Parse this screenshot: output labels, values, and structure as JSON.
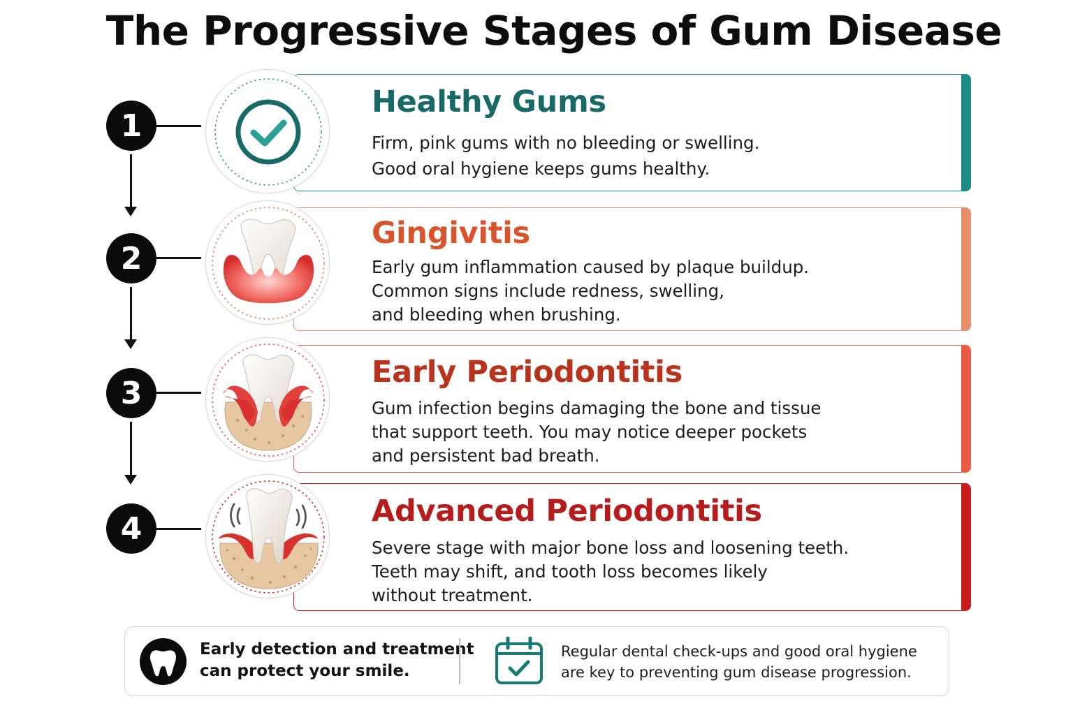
{
  "title": "The Progressive Stages of Gum Disease",
  "stages": [
    {
      "number": "1",
      "heading": "Healthy Gums",
      "lines": [
        "Firm, pink gums with no bleeding or swelling.",
        "Good oral hygiene keeps gums healthy."
      ],
      "accent": "#1e8c86",
      "heading_color": "#176a68",
      "icon": "checkmark-icon"
    },
    {
      "number": "2",
      "heading": "Gingivitis",
      "lines": [
        "Early gum inflammation caused by plaque buildup.",
        "Common signs include redness, swelling,",
        "and bleeding when brushing."
      ],
      "accent": "#e8906c",
      "heading_color": "#d9542b",
      "icon": "inflamed-gum-tooth-icon"
    },
    {
      "number": "3",
      "heading": "Early Periodontitis",
      "lines": [
        "Gum infection begins damaging the bone and tissue",
        "that support teeth. You may notice deeper pockets",
        "and persistent bad breath."
      ],
      "accent": "#ea5d44",
      "heading_color": "#b8321c",
      "icon": "receding-gum-tooth-icon"
    },
    {
      "number": "4",
      "heading": "Advanced Periodontitis",
      "lines": [
        "Severe stage with major bone loss and loosening teeth.",
        "Teeth may shift, and tooth loss becomes likely",
        "without treatment."
      ],
      "accent": "#c91d1d",
      "heading_color": "#b71c1c",
      "icon": "loose-tooth-icon"
    }
  ],
  "footer": {
    "left_lines": [
      "Early detection and treatment",
      "can protect your smile."
    ],
    "right_lines": [
      "Regular dental check-ups and good oral hygiene",
      "are key to preventing gum disease progression."
    ],
    "left_icon": "tooth-icon",
    "right_icon": "calendar-check-icon"
  }
}
